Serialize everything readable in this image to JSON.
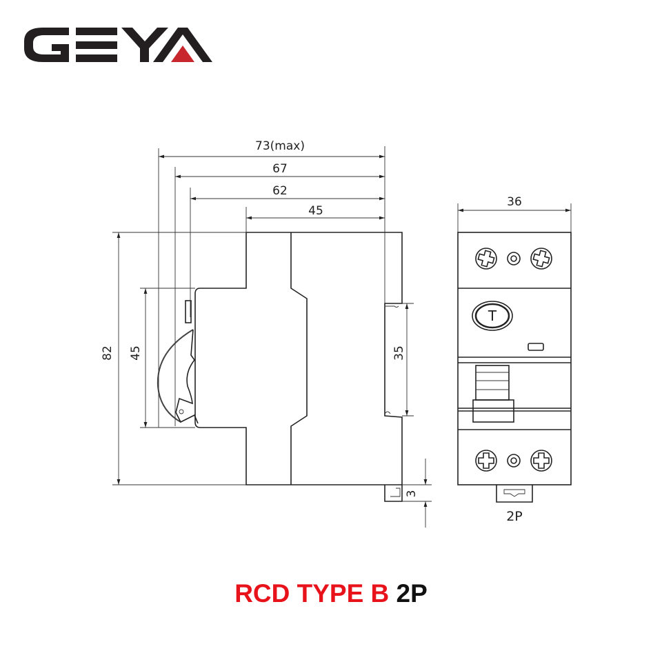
{
  "logo": {
    "text": "GEYA",
    "accent_color": "#c8272d",
    "text_color": "#231f20"
  },
  "side_view": {
    "dims": {
      "overall_max": "73(max)",
      "width_67": "67",
      "width_62": "62",
      "width_45": "45",
      "height_82": "82",
      "height_45": "45",
      "rail_35": "35",
      "clip_3": "3"
    }
  },
  "front_view": {
    "width_36": "36",
    "test_button": "T",
    "pole_label": "2P"
  },
  "title": {
    "product": "RCD TYPE B",
    "poles": "2P",
    "product_color": "#e8121b",
    "poles_color": "#111111"
  }
}
